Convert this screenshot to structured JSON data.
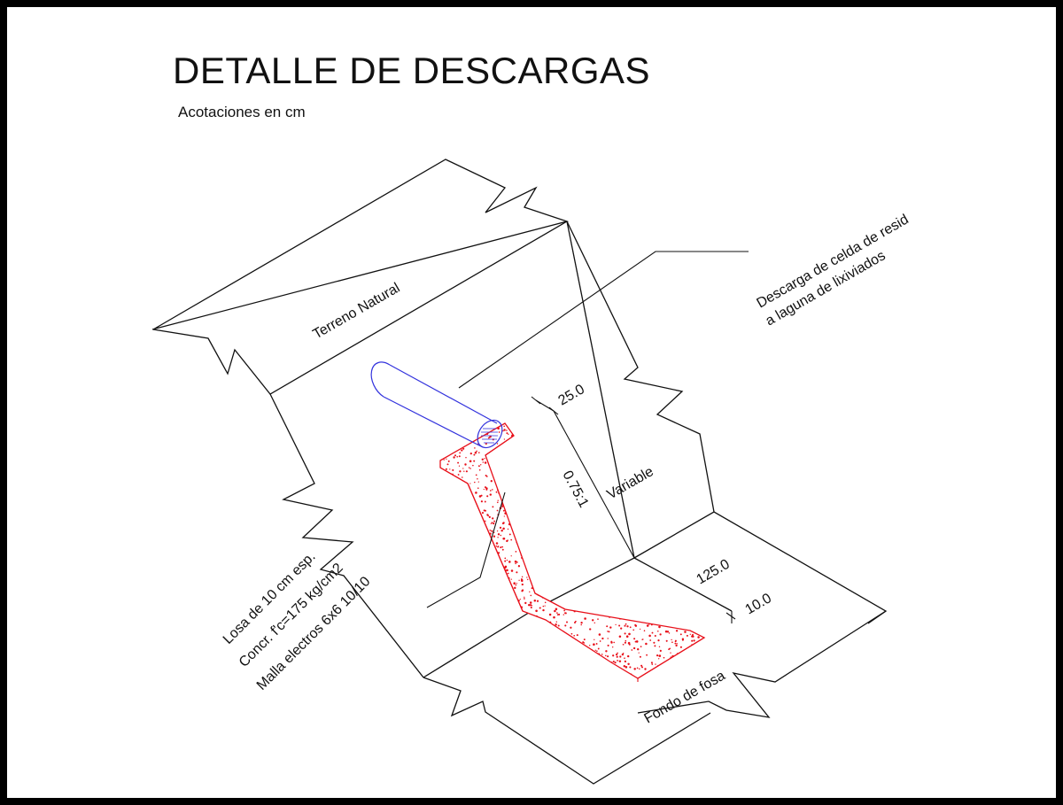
{
  "title": "DETALLE DE DESCARGAS",
  "subtitle": "Acotaciones en cm",
  "labels": {
    "terreno": "Terreno Natural",
    "descarga_1": "Descarga de celda de resid",
    "descarga_2": "a laguna de lixiviados",
    "dim_25": "25.0",
    "variable": "Variable",
    "slope": "0.75:1",
    "dim_125": "125.0",
    "dim_10": "10.0",
    "fondo": "Fondo de fosa",
    "losa_1": "Losa de 10 cm esp.",
    "losa_2": "Concr. f'c=175 kg/cm2",
    "losa_3": "Malla electros 6x6 10/10"
  },
  "colors": {
    "line": "#111111",
    "pipe": "#3333dd",
    "concrete": "#e8101a",
    "background": "#ffffff",
    "frame": "#000000"
  }
}
